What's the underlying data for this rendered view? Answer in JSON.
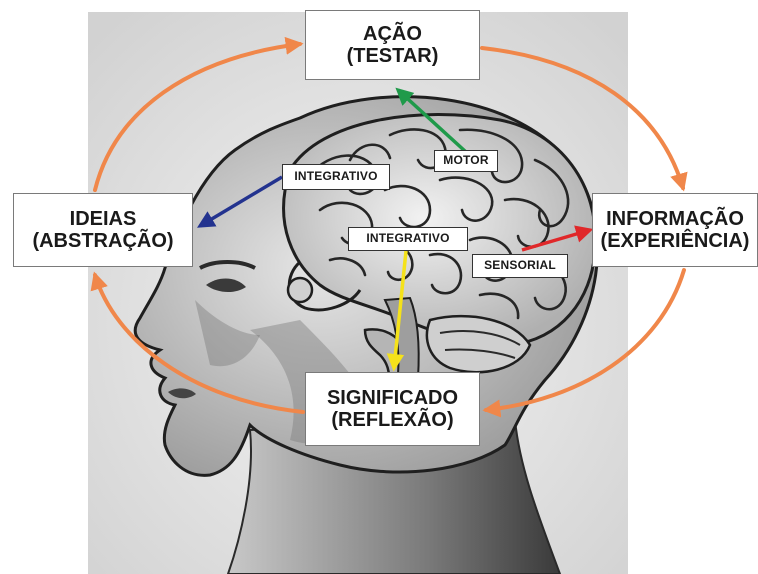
{
  "nodes": {
    "acao": {
      "line1": "AÇÃO",
      "line2": "(TESTAR)"
    },
    "ideias": {
      "line1": "IDEIAS",
      "line2": "(ABSTRAÇÃO)"
    },
    "informacao": {
      "line1": "INFORMAÇÃO",
      "line2": "(EXPERIÊNCIA)"
    },
    "significado": {
      "line1": "SIGNIFICADO",
      "line2": "(REFLEXÃO)"
    }
  },
  "labels": {
    "motor": "MOTOR",
    "integrativo_frontal": "INTEGRATIVO",
    "integrativo_temporal": "INTEGRATIVO",
    "sensorial": "SENSORIAL"
  },
  "colors": {
    "cycle_arrow": "#f0874a",
    "motor_arrow": "#1f9a4a",
    "integrativo_frontal_arrow": "#23338f",
    "integrativo_temporal_arrow": "#f5e21a",
    "sensorial_arrow": "#e0282a"
  },
  "illustration": {
    "subject": "pencil-sketch-head-profile-with-brain"
  }
}
